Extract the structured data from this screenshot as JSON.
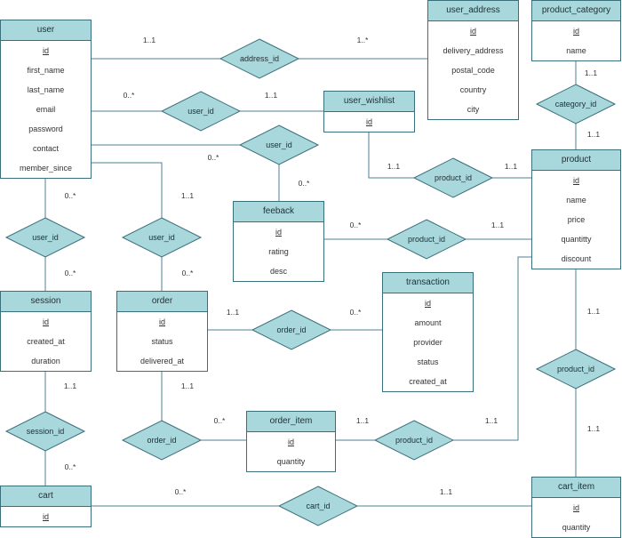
{
  "entities": {
    "user": {
      "title": "user",
      "attrs": [
        "id",
        "first_name",
        "last_name",
        "email",
        "password",
        "contact",
        "member_since"
      ]
    },
    "user_address": {
      "title": "user_address",
      "attrs": [
        "id",
        "delivery_address",
        "postal_code",
        "country",
        "city"
      ]
    },
    "product_category": {
      "title": "product_category",
      "attrs": [
        "id",
        "name"
      ]
    },
    "user_wishlist": {
      "title": "user_wishlist",
      "attrs": [
        "id"
      ]
    },
    "product": {
      "title": "product",
      "attrs": [
        "id",
        "name",
        "price",
        "quantitty",
        "discount"
      ]
    },
    "feeback": {
      "title": "feeback",
      "attrs": [
        "id",
        "rating",
        "desc"
      ]
    },
    "session": {
      "title": "session",
      "attrs": [
        "id",
        "created_at",
        "duration"
      ]
    },
    "order": {
      "title": "order",
      "attrs": [
        "id",
        "status",
        "delivered_at"
      ]
    },
    "transaction": {
      "title": "transaction",
      "attrs": [
        "id",
        "amount",
        "provider",
        "status",
        "created_at"
      ]
    },
    "order_item": {
      "title": "order_item",
      "attrs": [
        "id",
        "quantity"
      ]
    },
    "cart": {
      "title": "cart",
      "attrs": [
        "id"
      ]
    },
    "cart_item": {
      "title": "cart_item",
      "attrs": [
        "id",
        "quantity"
      ]
    }
  },
  "relationships": [
    {
      "key": "address-id",
      "label": "address_id"
    },
    {
      "key": "user-wishlist",
      "label": "user_id"
    },
    {
      "key": "user-feedback",
      "label": "user_id"
    },
    {
      "key": "category-id",
      "label": "category_id"
    },
    {
      "key": "wishlist-product",
      "label": "product_id"
    },
    {
      "key": "feedback-product",
      "label": "product_id"
    },
    {
      "key": "user-session",
      "label": "user_id"
    },
    {
      "key": "user-order",
      "label": "user_id"
    },
    {
      "key": "order-transaction",
      "label": "order_id"
    },
    {
      "key": "product-cartitem",
      "label": "product_id"
    },
    {
      "key": "session-cart",
      "label": "session_id"
    },
    {
      "key": "order-orderitem",
      "label": "order_id"
    },
    {
      "key": "orderitem-product",
      "label": "product_id"
    },
    {
      "key": "cart-cartitem",
      "label": "cart_id"
    }
  ],
  "cardinalities": [
    "1..1",
    "1..*",
    "0..*",
    "1..1",
    "0..*",
    "0..*",
    "1..1",
    "1..1",
    "1..1",
    "1..1",
    "0..*",
    "1..1",
    "0..*",
    "0..*",
    "1..1",
    "0..*",
    "1..1",
    "0..*",
    "1..1",
    "1..1",
    "1..1",
    "0..*",
    "1..1",
    "0..*",
    "1..1",
    "1..1",
    "0..*",
    "1..1"
  ]
}
